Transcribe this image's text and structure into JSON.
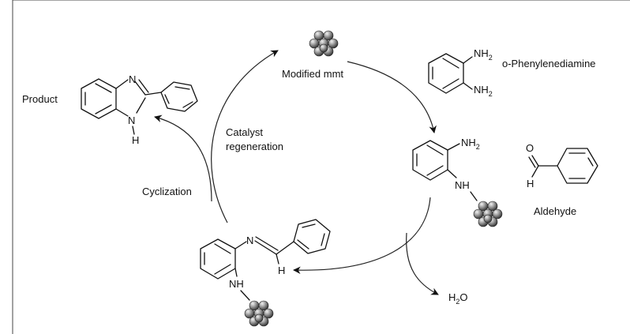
{
  "labels": {
    "modified_mmt": "Modified mmt",
    "o_phenylenediamine": "o-Phenylenediamine",
    "product": "Product",
    "catalyst_regeneration_line1": "Catalyst",
    "catalyst_regeneration_line2": "regeneration",
    "cyclization": "Cyclization",
    "aldehyde": "Aldehyde"
  },
  "atoms": {
    "nh2": "NH",
    "nh2_sub": "2",
    "nh": "NH",
    "n": "N",
    "h": "H",
    "o": "O",
    "water_h": "H",
    "water_sub": "2",
    "water_o": "O"
  },
  "colors": {
    "ink": "#111111",
    "frame": "#444444",
    "sphere_light": "#e6e6e6",
    "sphere_dark": "#3a3a3a"
  }
}
